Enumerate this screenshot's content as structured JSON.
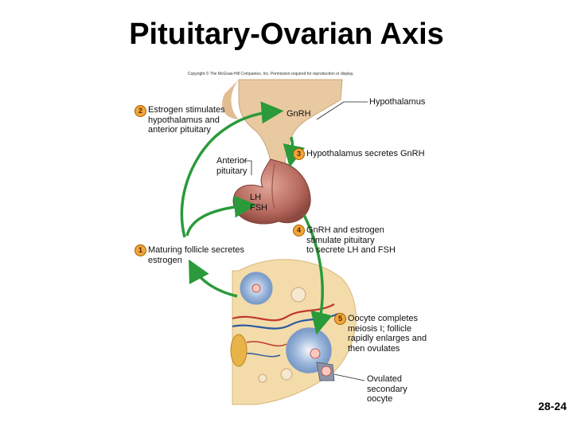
{
  "slide": {
    "title": "Pituitary-Ovarian Axis",
    "number": "28-24",
    "copyright": "Copyright © The McGraw-Hill Companies, Inc. Permission required for reproduction or display."
  },
  "diagram": {
    "structure_labels": {
      "gnrh": "GnRH",
      "hypothalamus": "Hypothalamus",
      "anterior_pituitary": "Anterior\npituitary",
      "lh_fsh": "LH\nFSH",
      "ovulated_oocyte": "Ovulated\nsecondary\noocyte"
    },
    "steps": [
      {
        "number": "1",
        "text": "Maturing follicle secretes\nestrogen"
      },
      {
        "number": "2",
        "text": "Estrogen stimulates\nhypothalamus and\nanterior pituitary"
      },
      {
        "number": "3",
        "text": "Hypothalamus secretes GnRH"
      },
      {
        "number": "4",
        "text": "GnRH and estrogen\nstimulate pituitary\nto secrete LH and FSH"
      },
      {
        "number": "5",
        "text": "Oocyte completes\nmeiosis I; follicle\nrapidly enlarges and\nthen ovulates"
      }
    ],
    "colors": {
      "arrow": "#2a9a3a",
      "hypothalamus": "#e9c9a0",
      "pituitary": "#b76a5e",
      "ovary": "#f3dcaa",
      "step_badge": "#f2a53a"
    }
  }
}
